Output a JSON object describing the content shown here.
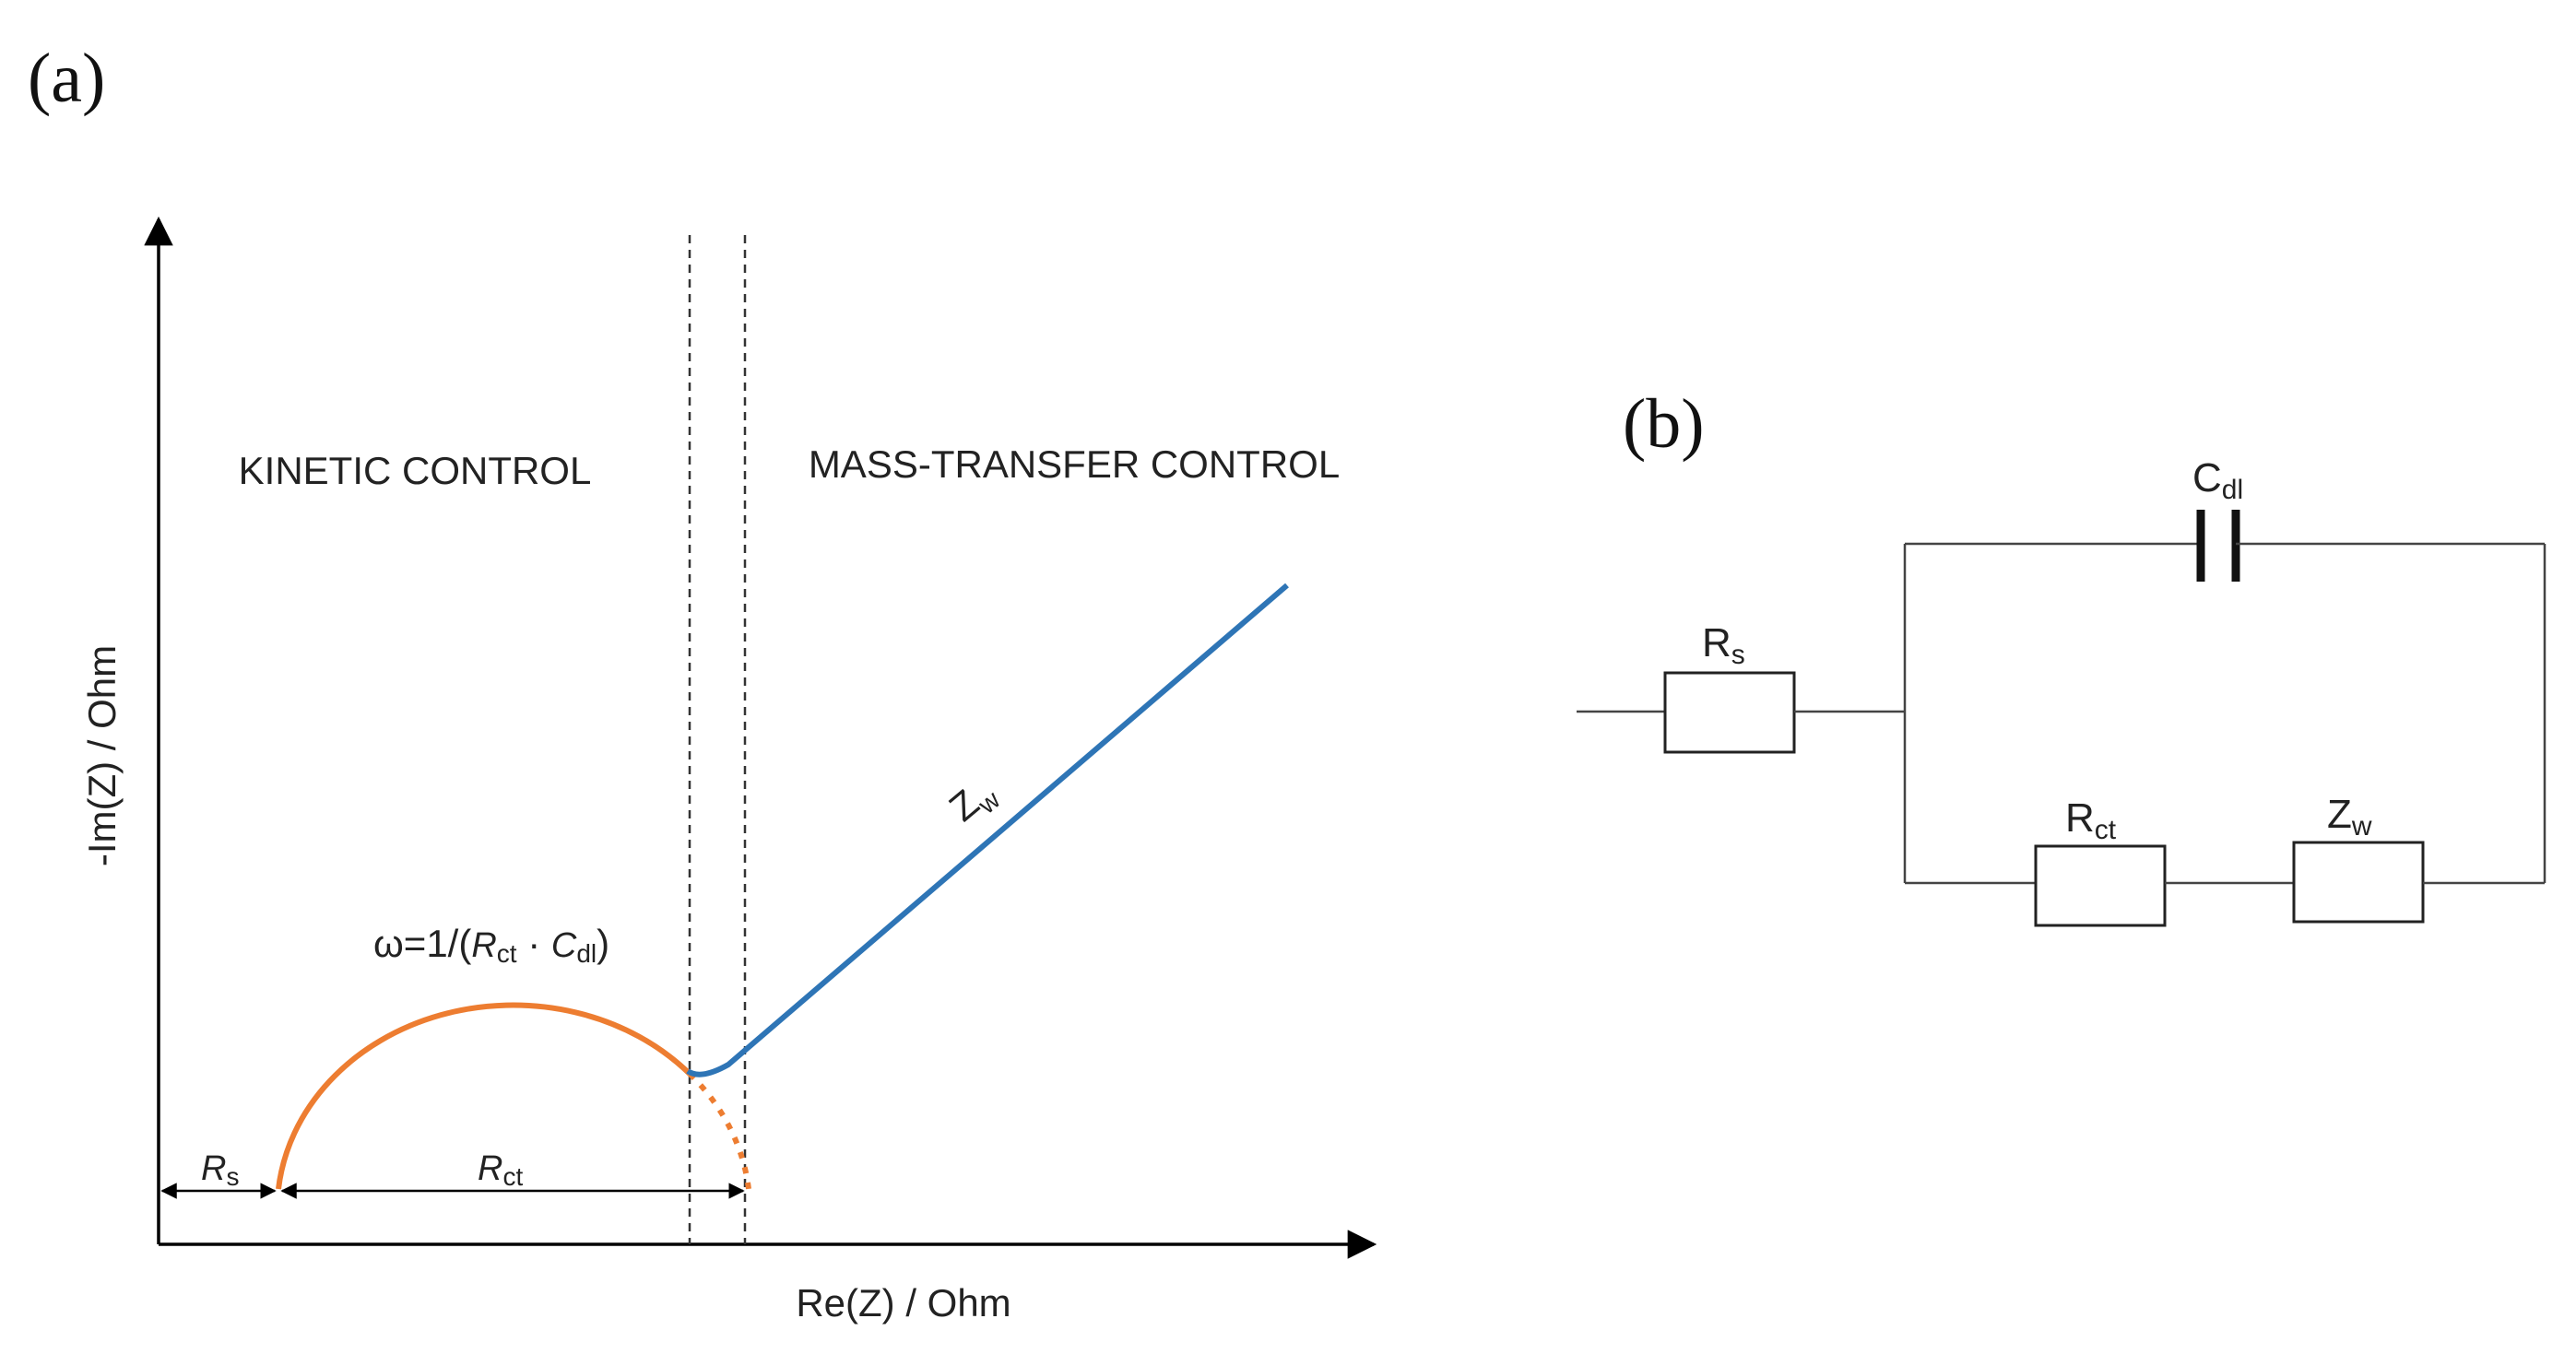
{
  "panel_a": {
    "label": "(a)",
    "regions": {
      "kinetic": "KINETIC CONTROL",
      "mass_transfer": "MASS-TRANSFER CONTROL"
    },
    "axes": {
      "x_label": "Re(Z) / Ohm",
      "y_label": "-Im(Z) / Ohm"
    },
    "annotations": {
      "omega_prefix": "ω=1/(",
      "omega_rct_main": "R",
      "omega_rct_sub": "ct",
      "omega_dot": " · ",
      "omega_cdl_main": "C",
      "omega_cdl_sub": "dl",
      "omega_suffix": ")",
      "rs_main": "R",
      "rs_sub": "s",
      "rct_main": "R",
      "rct_sub": "ct",
      "zw_main": "Z",
      "zw_sub": "w"
    },
    "colors": {
      "semicircle": "#ED7D31",
      "warburg": "#2E75B6",
      "axis": "#000000"
    }
  },
  "panel_b": {
    "label": "(b)",
    "components": {
      "cdl_main": "C",
      "cdl_sub": "dl",
      "rs_main": "R",
      "rs_sub": "s",
      "rct_main": "R",
      "rct_sub": "ct",
      "zw_main": "Z",
      "zw_sub": "w"
    }
  }
}
